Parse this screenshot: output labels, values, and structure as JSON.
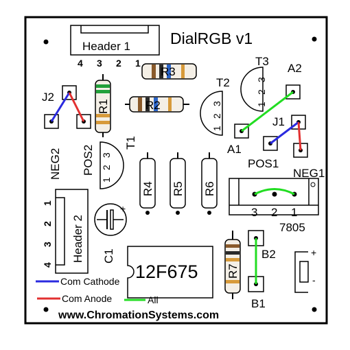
{
  "board": {
    "title": "DialRGB v1",
    "website": "www.ChromationSystems.com"
  },
  "components": {
    "header1": {
      "label": "Header 1",
      "pins": [
        "4",
        "3",
        "2",
        "1"
      ]
    },
    "header2": {
      "label": "Header 2",
      "pins": [
        "1",
        "2",
        "3",
        "4"
      ]
    },
    "resistors": {
      "r1": "R1",
      "r2": "R2",
      "r3": "R3",
      "r4": "R4",
      "r5": "R5",
      "r6": "R6",
      "r7": "R7"
    },
    "transistors": {
      "t1": {
        "label": "T1",
        "pins": [
          "1",
          "2",
          "3"
        ]
      },
      "t2": {
        "label": "T2",
        "pins": [
          "1",
          "2",
          "3"
        ]
      },
      "t3": {
        "label": "T3",
        "pins": [
          "1",
          "2",
          "3"
        ]
      }
    },
    "capacitor": {
      "label": "C1",
      "polarity": "+"
    },
    "ic": {
      "label": "12F675"
    },
    "regulator": {
      "label": "7805",
      "pins": [
        "3",
        "2",
        "1"
      ]
    },
    "power_connector": {
      "plus": "+",
      "minus": "-"
    }
  },
  "pads": {
    "j1": "J1",
    "j2": "J2",
    "neg1": "NEG1",
    "neg2": "NEG2",
    "pos1": "POS1",
    "pos2": "POS2",
    "a1": "A1",
    "a2": "A2",
    "b1": "B1",
    "b2": "B2"
  },
  "legend": [
    {
      "label": "Com Cathode",
      "color": "#2a2adf"
    },
    {
      "label": "Com Anode",
      "color": "#e23030"
    },
    {
      "label": "All",
      "color": "#22dd22"
    }
  ],
  "colors": {
    "jumper_blue": "#2a2adf",
    "jumper_red": "#e23030",
    "jumper_green": "#22dd22",
    "resistor_body": "#f4efe6"
  }
}
